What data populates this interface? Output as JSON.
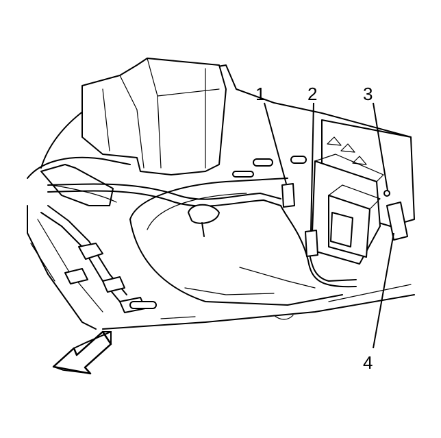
{
  "callouts": [
    {
      "id": "1",
      "label": "1"
    },
    {
      "id": "2",
      "label": "2"
    },
    {
      "id": "3",
      "label": "3"
    },
    {
      "id": "4",
      "label": "4"
    }
  ],
  "colors": {
    "line": "#000000",
    "background": "#ffffff"
  },
  "icons": {
    "direction_arrow": "forward-arrow-icon"
  }
}
